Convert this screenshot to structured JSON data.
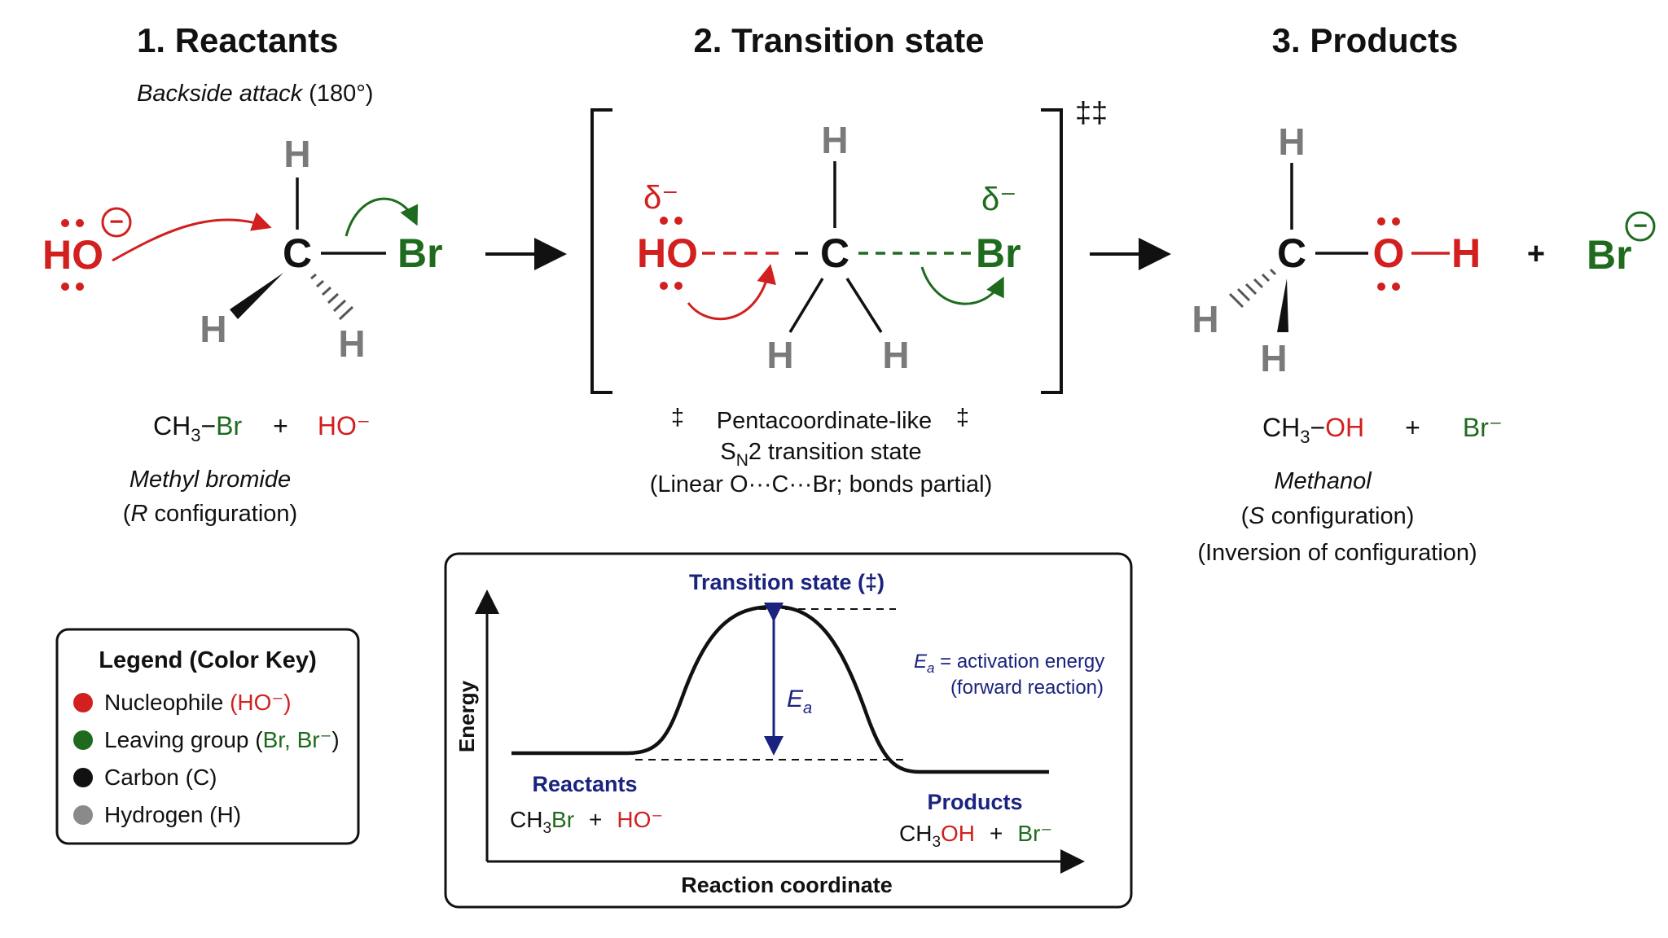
{
  "colors": {
    "nucleophile": "#d21f1f",
    "leaving_group": "#1e6b1e",
    "carbon": "#111111",
    "hydrogen": "#7a7a7a",
    "annotation": "#1a237e"
  },
  "panels": {
    "reactants": {
      "title": "1. Reactants",
      "subtitle_italic": "Backside attack",
      "subtitle_rest": " (180°)",
      "nucleophile": "HO",
      "carbon": "C",
      "leaving": "Br",
      "hydrogen": "H",
      "charge": "−",
      "formula": {
        "ch": "CH",
        "sub": "3",
        "dash": "−",
        "br": "Br",
        "plus": "+",
        "ho": "HO⁻"
      },
      "name": "Methyl bromide",
      "config_open": "(",
      "config_letter": "R",
      "config_rest": " configuration)"
    },
    "transition": {
      "title": "2. Transition state",
      "delta": "δ⁻",
      "nucleophile": "HO",
      "carbon": "C",
      "leaving": "Br",
      "hydrogen": "H",
      "double_dagger": "‡‡",
      "dagger": "‡",
      "line1": "Pentacoordinate-like",
      "line2_s": "S",
      "line2_sub": "N",
      "line2_rest": "2 transition state",
      "line3": "(Linear O···C···Br; bonds partial)"
    },
    "products": {
      "title": "3. Products",
      "carbon": "C",
      "oxygen": "O",
      "hydrogen": "H",
      "plus": "+",
      "leaving": "Br",
      "charge": "−",
      "formula": {
        "ch": "CH",
        "sub": "3",
        "dash": "−",
        "oh": "OH",
        "plus": "+",
        "br": "Br⁻"
      },
      "name": "Methanol",
      "config_open": "(",
      "config_letter": "S",
      "config_rest": " configuration)",
      "inversion": "(Inversion of configuration)"
    }
  },
  "legend": {
    "title": "Legend (Color Key)",
    "items": [
      {
        "label": "Nucleophile ",
        "colored": "(HO⁻)",
        "dot": "#d21f1f",
        "color": "#d21f1f"
      },
      {
        "label": "Leaving group (",
        "colored": "Br, Br⁻",
        "suffix": ")",
        "dot": "#1e6b1e",
        "color": "#1e6b1e"
      },
      {
        "label": "Carbon (C)",
        "colored": "",
        "dot": "#111111",
        "color": "#111111"
      },
      {
        "label": "Hydrogen (H)",
        "colored": "",
        "dot": "#8a8a8a",
        "color": "#8a8a8a"
      }
    ]
  },
  "energy_diagram": {
    "ts_label": "Transition state (‡)",
    "ea_symbol": "E",
    "ea_sub": "a",
    "ea_def": " = activation energy",
    "ea_def2": "(forward reaction)",
    "ylabel": "Energy",
    "xlabel": "Reaction coordinate",
    "reactants_label": "Reactants",
    "reactants_formula": {
      "ch": "CH",
      "sub": "3",
      "br": "Br",
      "plus": "+",
      "ho": "HO⁻"
    },
    "products_label": "Products",
    "products_formula": {
      "ch": "CH",
      "sub": "3",
      "oh": "OH",
      "plus": "+",
      "br": "Br⁻"
    }
  }
}
